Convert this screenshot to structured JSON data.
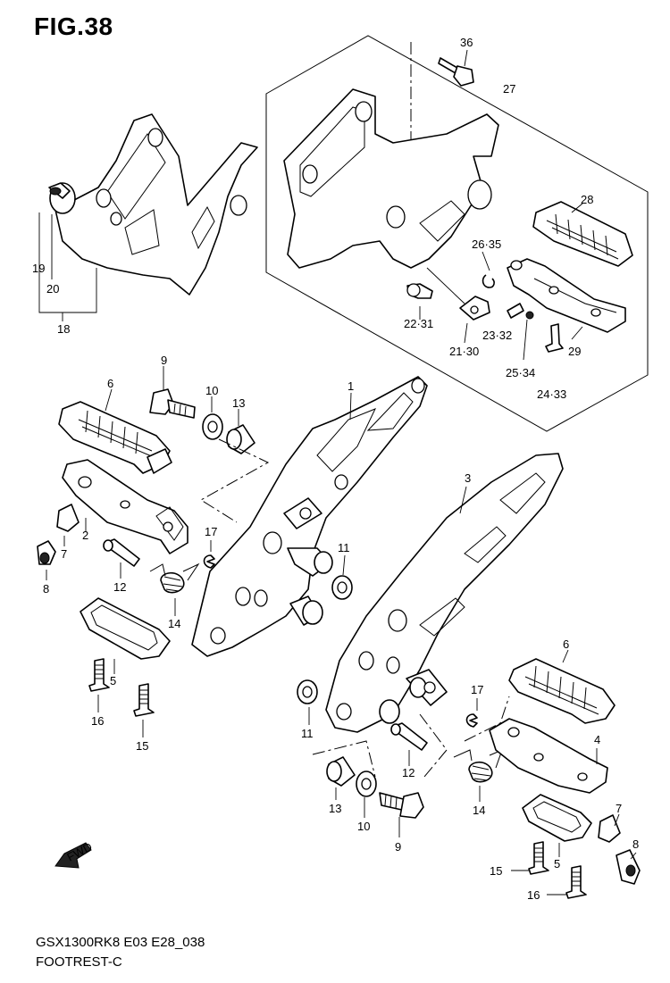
{
  "figure": {
    "title": "FIG.38",
    "model_code": "GSX1300RK8 E03 E28_038",
    "caption": "FOOTREST-C"
  },
  "callouts": {
    "c36": "36",
    "c27": "27",
    "c28": "28",
    "c26_35": "26·35",
    "c22_31": "22·31",
    "c21_30": "21·30",
    "c23_32": "23·32",
    "c25_34": "25·34",
    "c24_33": "24·33",
    "c29": "29",
    "c19": "19",
    "c20": "20",
    "c18": "18",
    "c9a": "9",
    "c10a": "10",
    "c13a": "13",
    "c6a": "6",
    "c1": "1",
    "c2": "2",
    "c17a": "17",
    "c7a": "7",
    "c8a": "8",
    "c12a": "12",
    "c11a": "11",
    "c14a": "14",
    "c5a": "5",
    "c16a": "16",
    "c15a": "15",
    "c3": "3",
    "c6b": "6",
    "c17b": "17",
    "c11b": "11",
    "c12b": "12",
    "c4": "4",
    "c13b": "13",
    "c10b": "10",
    "c9b": "9",
    "c14b": "14",
    "c7b": "7",
    "c8b": "8",
    "c5b": "5",
    "c15b": "15",
    "c16b": "16"
  },
  "fwd_arrow": {
    "label": "FWD",
    "icon": "forward-direction-arrow-icon"
  }
}
